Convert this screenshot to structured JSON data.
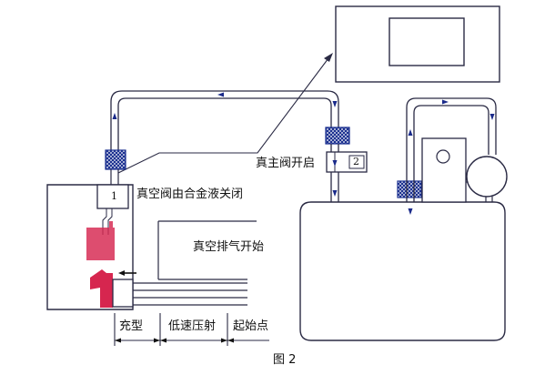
{
  "labels": {
    "vacuum_valve_closed": "真空阀由合金液关闭",
    "main_valve_open": "真主阀开启",
    "vacuum_exhaust_start": "真空排气开始",
    "phase_fill": "充型",
    "phase_low_speed": "低速压射",
    "phase_start": "起始点"
  },
  "valve_numbers": {
    "valve1": "1",
    "valve2": "2"
  },
  "caption": "图 2",
  "colors": {
    "line": "#2a2a44",
    "pipe_arrow": "#1a2a8a",
    "die_red": "#d6264f",
    "filter_blue": "#1a2f8f"
  }
}
